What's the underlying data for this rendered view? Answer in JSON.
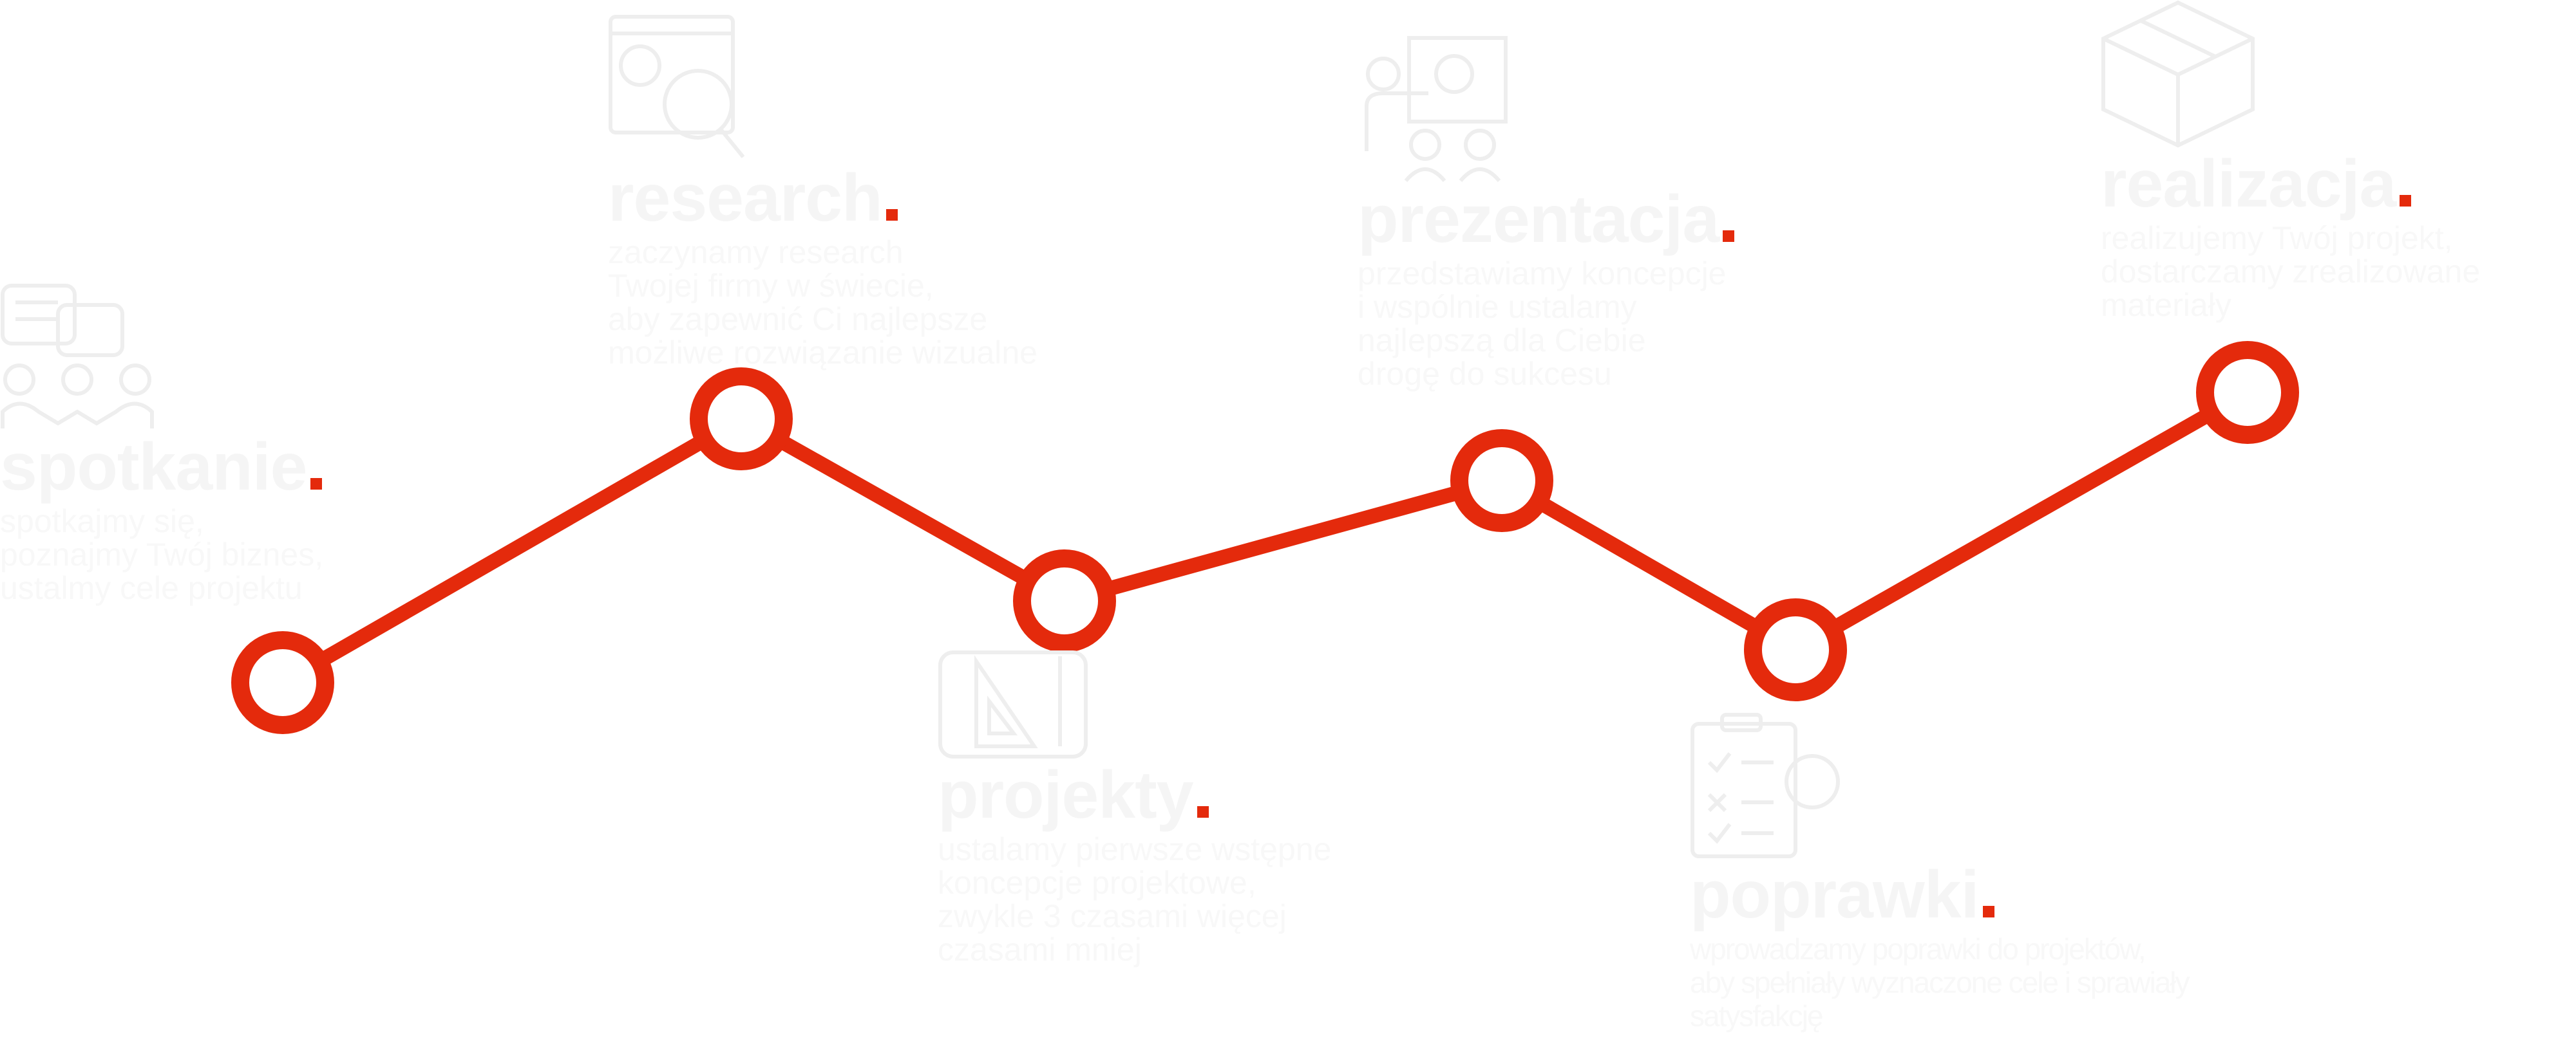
{
  "accent_color": "#e42a0c",
  "steps": [
    {
      "id": "spotkanie",
      "icon": "meeting-people-speech-bubble-icon",
      "title": "spotkanie",
      "lines": [
        "spotkajmy się,",
        "poznajmy Twój biznes,",
        "ustalmy cele projektu"
      ]
    },
    {
      "id": "research",
      "icon": "document-magnifier-icon",
      "title": "research",
      "lines": [
        "zaczynamy research",
        "Twojej firmy w świecie,",
        "aby zapewnić Ci najlepsze",
        "możliwe rozwiązanie wizualne"
      ]
    },
    {
      "id": "projekty",
      "icon": "blueprint-ruler-pencil-icon",
      "title": "projekty",
      "lines": [
        "ustalamy pierwsze wstępne",
        "koncepcje projektowe,",
        "zwykle 3 czasami więcej",
        "czasami mniej"
      ]
    },
    {
      "id": "prezentacja",
      "icon": "presentation-lightbulb-audience-icon",
      "title": "prezentacja",
      "lines": [
        "przedstawiamy koncepcje",
        "i wspólnie ustalamy",
        "najlepszą dla Ciebie",
        "drogę do sukcesu"
      ]
    },
    {
      "id": "poprawki",
      "icon": "checklist-magnifier-icon",
      "title": "poprawki",
      "lines": [
        "wprowadzamy poprawki do projektów,",
        "aby spełniały wyznaczone cele i sprawiały",
        "satysfakcję"
      ]
    },
    {
      "id": "realizacja",
      "icon": "package-box-icon",
      "title": "realizacja",
      "lines": [
        "realizujemy Twój projekt,",
        "dostarczamy zrealizowane",
        "materiały"
      ]
    }
  ]
}
